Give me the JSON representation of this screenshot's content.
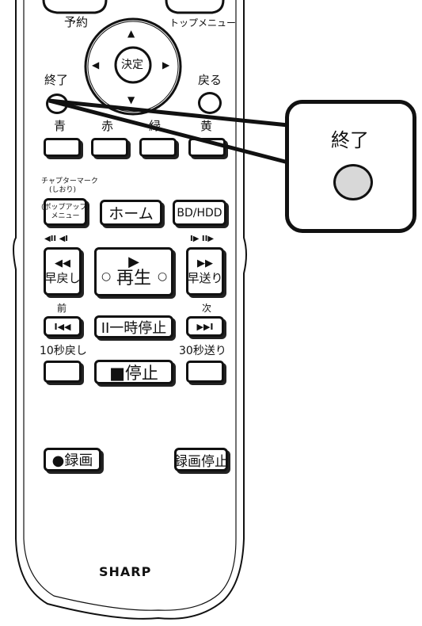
{
  "remote": {
    "top_left_label": "予約",
    "top_right_label": "トップメニュー",
    "dpad": {
      "center": "決定",
      "up": "▲",
      "down": "▼",
      "left": "◀",
      "right": "▶"
    },
    "end_label": "終了",
    "back_label": "戻る",
    "color_labels": [
      "青",
      "赤",
      "緑",
      "黄"
    ],
    "chapter_mark_label": "チャプターマーク",
    "bookmark_label": "(しおり)",
    "popup_menu_label": "(ポップアップ)\nメニュー",
    "home_label": "ホーム",
    "bd_hdd_label": "BD/HDD",
    "slow_back_icons": "◀II ◀I",
    "slow_fwd_icons": "I▶ II▶",
    "rewind_icon": "◀◀",
    "rewind_label": "早戻し",
    "play_icon": "▶",
    "play_label": "再生",
    "ff_icon": "▶▶",
    "ff_label": "早送り",
    "prev_label": "前",
    "next_label": "次",
    "prev_icon": "I◀◀",
    "pause_label": "II一時停止",
    "next_icon": "▶▶I",
    "back10_label": "10秒戻し",
    "skip30_label": "30秒送り",
    "stop_label": "■停止",
    "record_label": "●録画",
    "record_stop_label": "録画停止",
    "brand": "SHARP"
  },
  "callout": {
    "label": "終了"
  }
}
